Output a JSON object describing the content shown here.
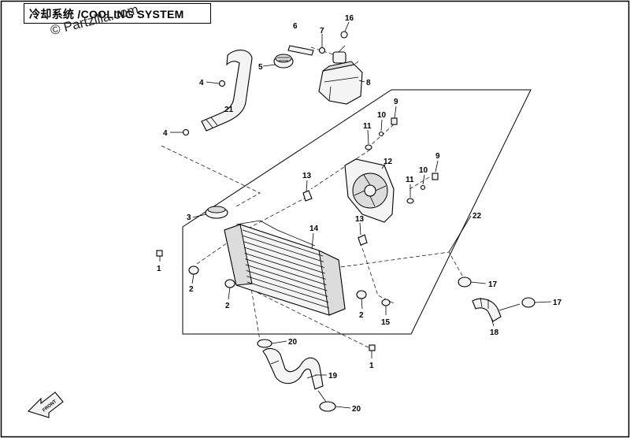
{
  "diagram": {
    "title": "冷却系统 /COOLING SYSTEM",
    "watermark": "© Partzilla.com",
    "front_label": "FRONT",
    "callouts": [
      {
        "id": "c16",
        "label": "16"
      },
      {
        "id": "c6",
        "label": "6"
      },
      {
        "id": "c7",
        "label": "7"
      },
      {
        "id": "c5",
        "label": "5"
      },
      {
        "id": "c8",
        "label": "8"
      },
      {
        "id": "c4a",
        "label": "4"
      },
      {
        "id": "c4b",
        "label": "4"
      },
      {
        "id": "c21",
        "label": "21"
      },
      {
        "id": "c9a",
        "label": "9"
      },
      {
        "id": "c10a",
        "label": "10"
      },
      {
        "id": "c11a",
        "label": "11"
      },
      {
        "id": "c12",
        "label": "12"
      },
      {
        "id": "c9b",
        "label": "9"
      },
      {
        "id": "c10b",
        "label": "10"
      },
      {
        "id": "c11b",
        "label": "11"
      },
      {
        "id": "c13a",
        "label": "13"
      },
      {
        "id": "c13b",
        "label": "13"
      },
      {
        "id": "c3",
        "label": "3"
      },
      {
        "id": "c14",
        "label": "14"
      },
      {
        "id": "c22",
        "label": "22"
      },
      {
        "id": "c1a",
        "label": "1"
      },
      {
        "id": "c2a",
        "label": "2"
      },
      {
        "id": "c2b",
        "label": "2"
      },
      {
        "id": "c2c",
        "label": "2"
      },
      {
        "id": "c15",
        "label": "15"
      },
      {
        "id": "c17a",
        "label": "17"
      },
      {
        "id": "c17b",
        "label": "17"
      },
      {
        "id": "c18",
        "label": "18"
      },
      {
        "id": "c20a",
        "label": "20"
      },
      {
        "id": "c1b",
        "label": "1"
      },
      {
        "id": "c19",
        "label": "19"
      },
      {
        "id": "c20b",
        "label": "20"
      }
    ]
  }
}
